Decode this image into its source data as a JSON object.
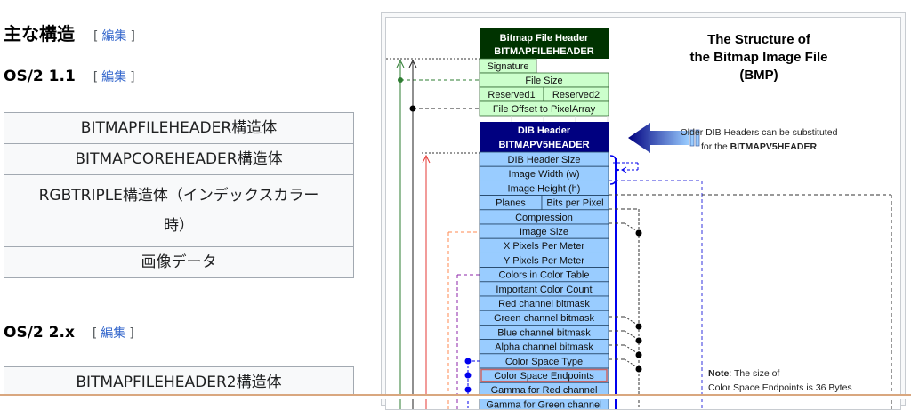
{
  "sections": [
    {
      "title": "主な構造",
      "edit_label": "編集"
    },
    {
      "title": "OS/2 1.1",
      "edit_label": "編集"
    },
    {
      "title": "OS/2 2.x",
      "edit_label": "編集"
    }
  ],
  "edit_bracket_open": "[",
  "edit_bracket_close": "]",
  "os2_11_table": [
    "BITMAPFILEHEADER構造体",
    "BITMAPCOREHEADER構造体",
    "RGBTRIPLE構造体（インデックスカラー時）",
    "画像データ"
  ],
  "os2_2x_table": [
    "BITMAPFILEHEADER2構造体"
  ],
  "diagram": {
    "title_lines": [
      "The Structure of",
      "the Bitmap Image File",
      "(BMP)"
    ],
    "file_header": {
      "title": "Bitmap File Header",
      "name": "BITMAPFILEHEADER",
      "fields": {
        "signature": "Signature",
        "file_size": "File Size",
        "reserved1": "Reserved1",
        "reserved2": "Reserved2",
        "offset": "File Offset to PixelArray"
      }
    },
    "dib_header": {
      "title": "DIB Header",
      "name": "BITMAPV5HEADER",
      "fields": [
        "DIB Header Size",
        "Image Width (w)",
        "Image Height (h)",
        "Planes|Bits per Pixel",
        "Compression",
        "Image Size",
        "X Pixels Per Meter",
        "Y Pixels Per Meter",
        "Colors in Color Table",
        "Important Color Count",
        "Red channel bitmask",
        "Green channel bitmask",
        "Blue channel bitmask",
        "Alpha channel bitmask",
        "Color Space Type",
        "Color Space Endpoints",
        "Gamma for Red channel",
        "Gamma for Green channel"
      ]
    },
    "substitute_note_line1": "Older DIB Headers can be substituted",
    "substitute_note_prefix": "for the ",
    "substitute_note_bold": "BITMAPV5HEADER",
    "note_bold": "Note",
    "note_line1": ": The size of",
    "note_line2": "Color Space Endpoints is 36 Bytes",
    "colors": {
      "file_header_dark": "#003300",
      "file_header_light": "#ccffcc",
      "dib_dark": "#000080",
      "dib_light": "#99ccff",
      "highlight": "#cc6666"
    }
  }
}
